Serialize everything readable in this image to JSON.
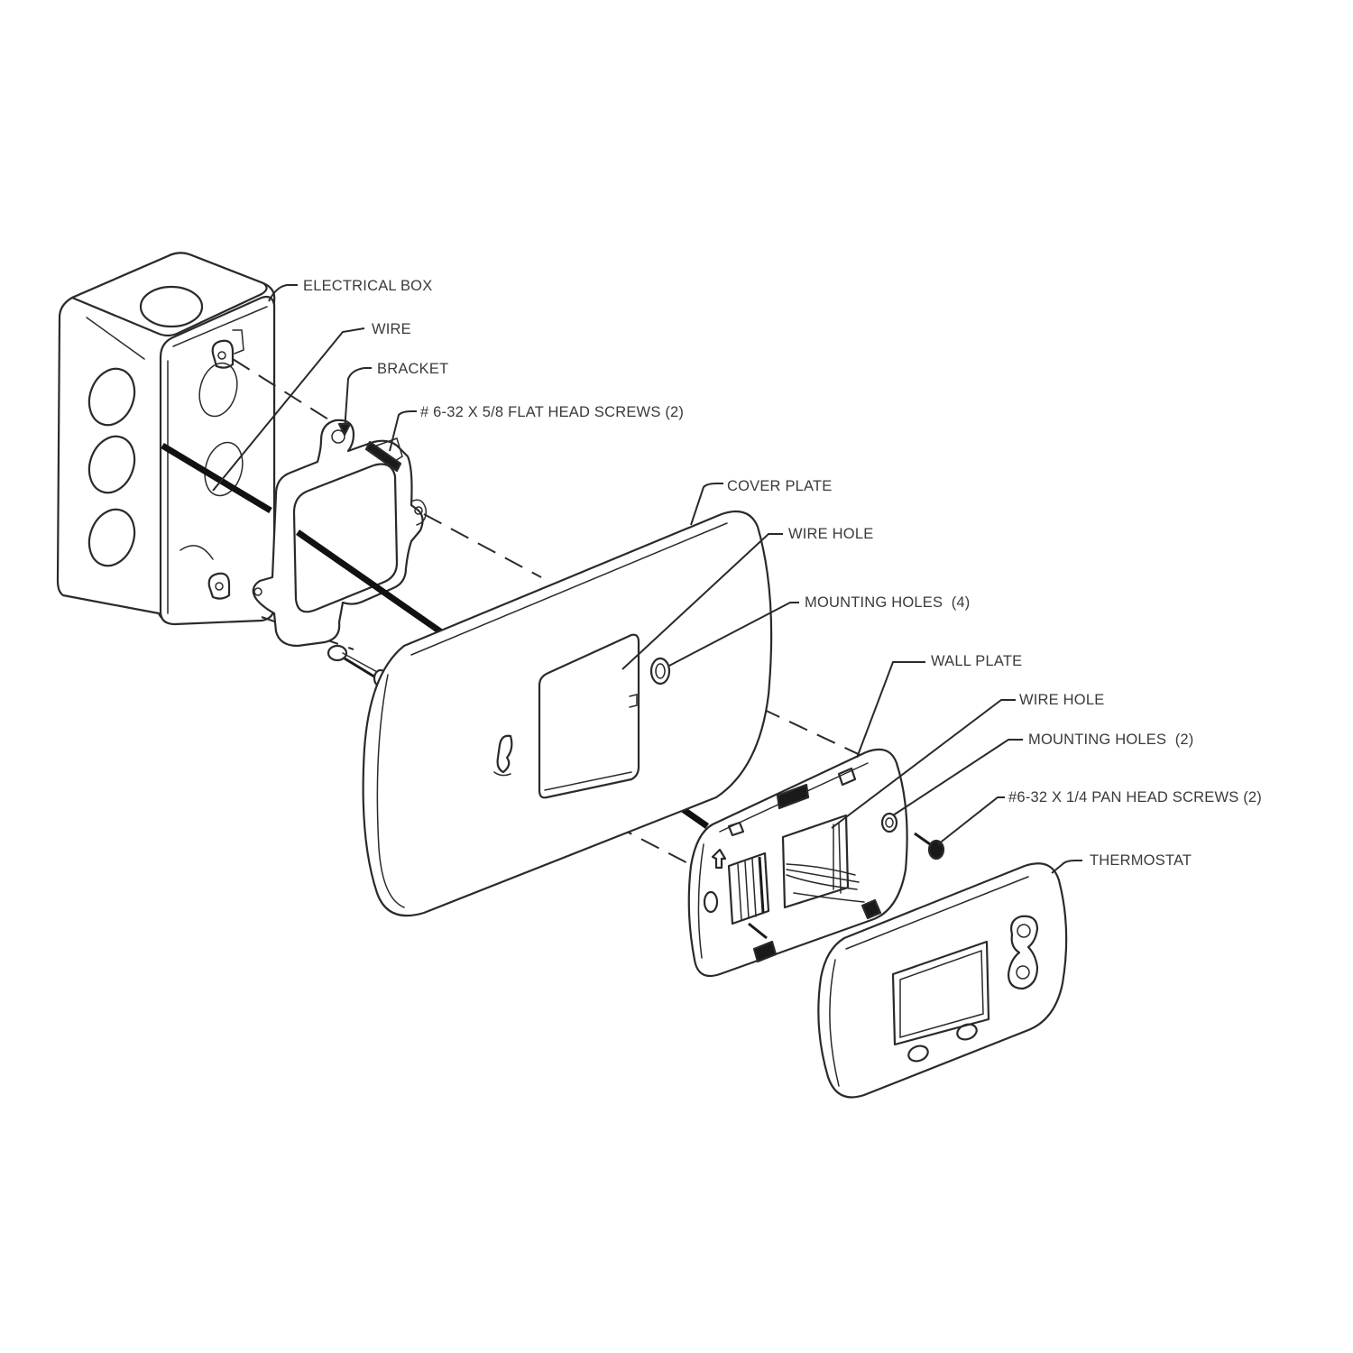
{
  "diagram": {
    "type": "exploded-assembly",
    "subject": "thermostat mounting on electrical box",
    "labels": {
      "electrical_box": "ELECTRICAL BOX",
      "wire": "WIRE",
      "bracket": "BRACKET",
      "flat_head_screws": "# 6-32 X 5/8 FLAT HEAD SCREWS (2)",
      "cover_plate": "COVER PLATE",
      "cover_wire_hole": "WIRE HOLE",
      "cover_mounting_holes": "MOUNTING HOLES  (4)",
      "wall_plate": "WALL PLATE",
      "wall_wire_hole": "WIRE HOLE",
      "wall_mounting_holes": "MOUNTING HOLES  (2)",
      "pan_head_screws": "#6-32 X 1/4 PAN HEAD SCREWS (2)",
      "thermostat": "THERMOSTAT"
    },
    "colors": {
      "line": "#2a2a2a",
      "label": "#3a3a3a",
      "background": "#ffffff"
    }
  }
}
